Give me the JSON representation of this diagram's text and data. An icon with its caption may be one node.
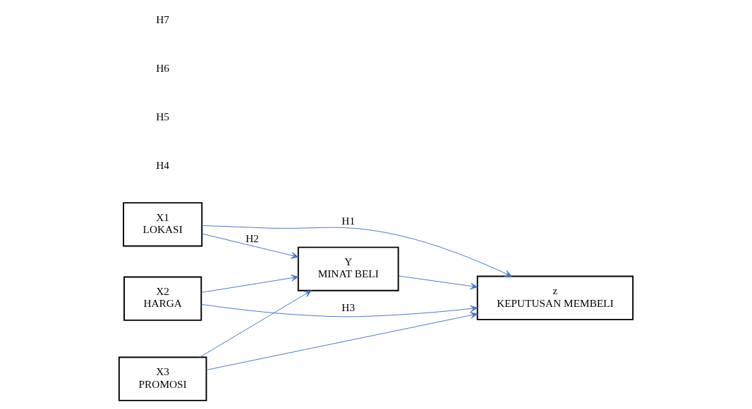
{
  "diagram": {
    "nodes": [
      {
        "text": [
          "X1",
          "LOKASI"
        ]
      },
      {
        "text": [
          "X2",
          "HARGA"
        ]
      },
      {
        "text": [
          "X3",
          "PROMOSI"
        ]
      },
      {
        "text": [
          "Y",
          "MINAT BELI"
        ]
      },
      {
        "text": [
          "z",
          "KEPUTUSAN MEMBELI"
        ]
      }
    ],
    "edges": [
      {
        "from": 0,
        "to": 3,
        "arrow": "to",
        "label": "H2"
      },
      {
        "from": 0,
        "to": 4,
        "arrow": "to",
        "label": "H1"
      },
      {
        "from": 1,
        "to": 3,
        "arrow": "to"
      },
      {
        "from": 2,
        "to": 3,
        "arrow": "to"
      },
      {
        "from": 2,
        "to": 4,
        "arrow": "to"
      },
      {
        "from": 3,
        "to": 4,
        "arrow": "to"
      },
      {
        "from": 1,
        "to": 4,
        "arrow": "to",
        "label": "H3"
      }
    ],
    "labels": [
      "H4",
      "H5",
      "H6",
      "H7"
    ]
  }
}
